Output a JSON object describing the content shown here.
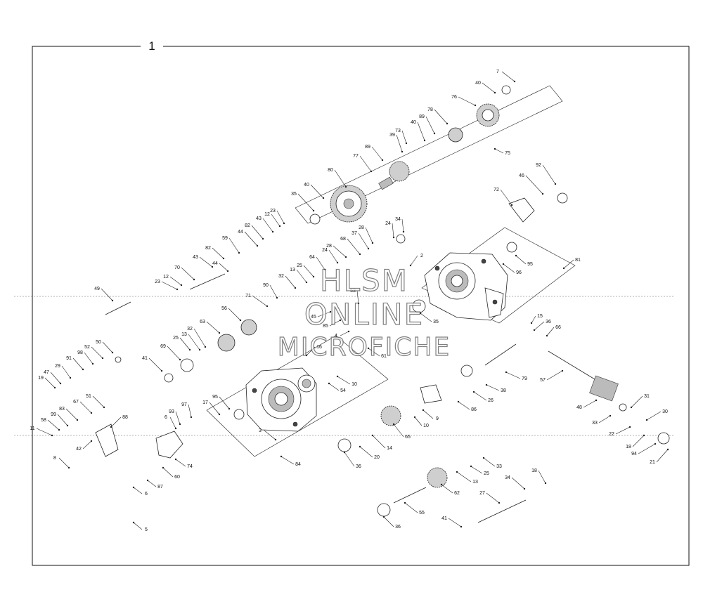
{
  "figure": {
    "index_label": "1"
  },
  "watermark": [
    "HLSM",
    "ONLINE",
    "MICROFICHE"
  ],
  "callouts": [
    {
      "n": "7"
    },
    {
      "n": "40"
    },
    {
      "n": "76"
    },
    {
      "n": "78"
    },
    {
      "n": "89"
    },
    {
      "n": "40"
    },
    {
      "n": "73"
    },
    {
      "n": "39"
    },
    {
      "n": "75"
    },
    {
      "n": "89"
    },
    {
      "n": "77"
    },
    {
      "n": "80"
    },
    {
      "n": "40"
    },
    {
      "n": "35"
    },
    {
      "n": "92"
    },
    {
      "n": "46"
    },
    {
      "n": "72"
    },
    {
      "n": "23"
    },
    {
      "n": "12"
    },
    {
      "n": "43"
    },
    {
      "n": "82"
    },
    {
      "n": "44"
    },
    {
      "n": "59"
    },
    {
      "n": "82"
    },
    {
      "n": "43"
    },
    {
      "n": "44"
    },
    {
      "n": "70"
    },
    {
      "n": "12"
    },
    {
      "n": "23"
    },
    {
      "n": "34"
    },
    {
      "n": "24"
    },
    {
      "n": "28"
    },
    {
      "n": "37"
    },
    {
      "n": "68"
    },
    {
      "n": "28"
    },
    {
      "n": "24"
    },
    {
      "n": "64"
    },
    {
      "n": "2"
    },
    {
      "n": "95"
    },
    {
      "n": "96"
    },
    {
      "n": "81"
    },
    {
      "n": "25"
    },
    {
      "n": "13"
    },
    {
      "n": "32"
    },
    {
      "n": "90"
    },
    {
      "n": "71"
    },
    {
      "n": "49"
    },
    {
      "n": "53"
    },
    {
      "n": "45"
    },
    {
      "n": "85"
    },
    {
      "n": "35"
    },
    {
      "n": "4"
    },
    {
      "n": "61"
    },
    {
      "n": "56"
    },
    {
      "n": "63"
    },
    {
      "n": "25"
    },
    {
      "n": "13"
    },
    {
      "n": "32"
    },
    {
      "n": "69"
    },
    {
      "n": "41"
    },
    {
      "n": "50"
    },
    {
      "n": "52"
    },
    {
      "n": "98"
    },
    {
      "n": "91"
    },
    {
      "n": "29"
    },
    {
      "n": "47"
    },
    {
      "n": "19"
    },
    {
      "n": "16"
    },
    {
      "n": "10"
    },
    {
      "n": "54"
    },
    {
      "n": "15"
    },
    {
      "n": "36"
    },
    {
      "n": "66"
    },
    {
      "n": "57"
    },
    {
      "n": "79"
    },
    {
      "n": "38"
    },
    {
      "n": "26"
    },
    {
      "n": "86"
    },
    {
      "n": "48"
    },
    {
      "n": "31"
    },
    {
      "n": "30"
    },
    {
      "n": "33"
    },
    {
      "n": "22"
    },
    {
      "n": "18"
    },
    {
      "n": "94"
    },
    {
      "n": "21"
    },
    {
      "n": "51"
    },
    {
      "n": "67"
    },
    {
      "n": "83"
    },
    {
      "n": "99"
    },
    {
      "n": "58"
    },
    {
      "n": "11"
    },
    {
      "n": "42"
    },
    {
      "n": "88"
    },
    {
      "n": "97"
    },
    {
      "n": "93"
    },
    {
      "n": "6"
    },
    {
      "n": "95"
    },
    {
      "n": "17"
    },
    {
      "n": "3"
    },
    {
      "n": "9"
    },
    {
      "n": "10"
    },
    {
      "n": "65"
    },
    {
      "n": "14"
    },
    {
      "n": "20"
    },
    {
      "n": "36"
    },
    {
      "n": "84"
    },
    {
      "n": "8"
    },
    {
      "n": "74"
    },
    {
      "n": "60"
    },
    {
      "n": "87"
    },
    {
      "n": "6"
    },
    {
      "n": "5"
    },
    {
      "n": "33"
    },
    {
      "n": "25"
    },
    {
      "n": "13"
    },
    {
      "n": "62"
    },
    {
      "n": "18"
    },
    {
      "n": "34"
    },
    {
      "n": "27"
    },
    {
      "n": "55"
    },
    {
      "n": "36"
    },
    {
      "n": "41"
    },
    {
      "n": "1"
    }
  ]
}
